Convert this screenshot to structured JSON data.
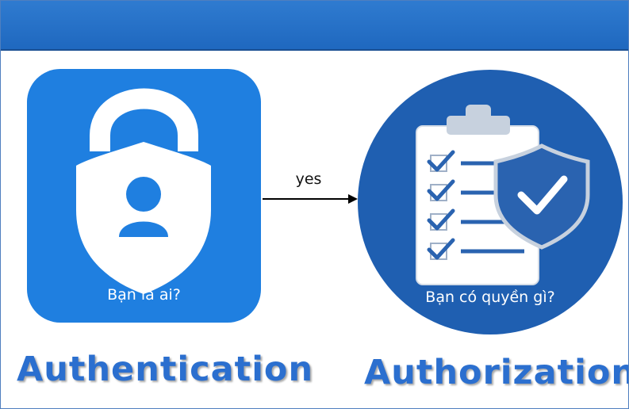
{
  "authentication": {
    "question": "Bạn là ai?",
    "title": "Authentication",
    "icon": "lock-shield-user-icon"
  },
  "flow": {
    "label": "yes"
  },
  "authorization": {
    "question": "Bạn có quyền gì?",
    "title": "Authorization",
    "icon": "clipboard-checklist-shield-icon"
  },
  "colors": {
    "header": "#2672c8",
    "authentication_tile": "#1f7fe0",
    "authorization_circle": "#1f5fb1",
    "title_text": "#2b6fcf"
  }
}
